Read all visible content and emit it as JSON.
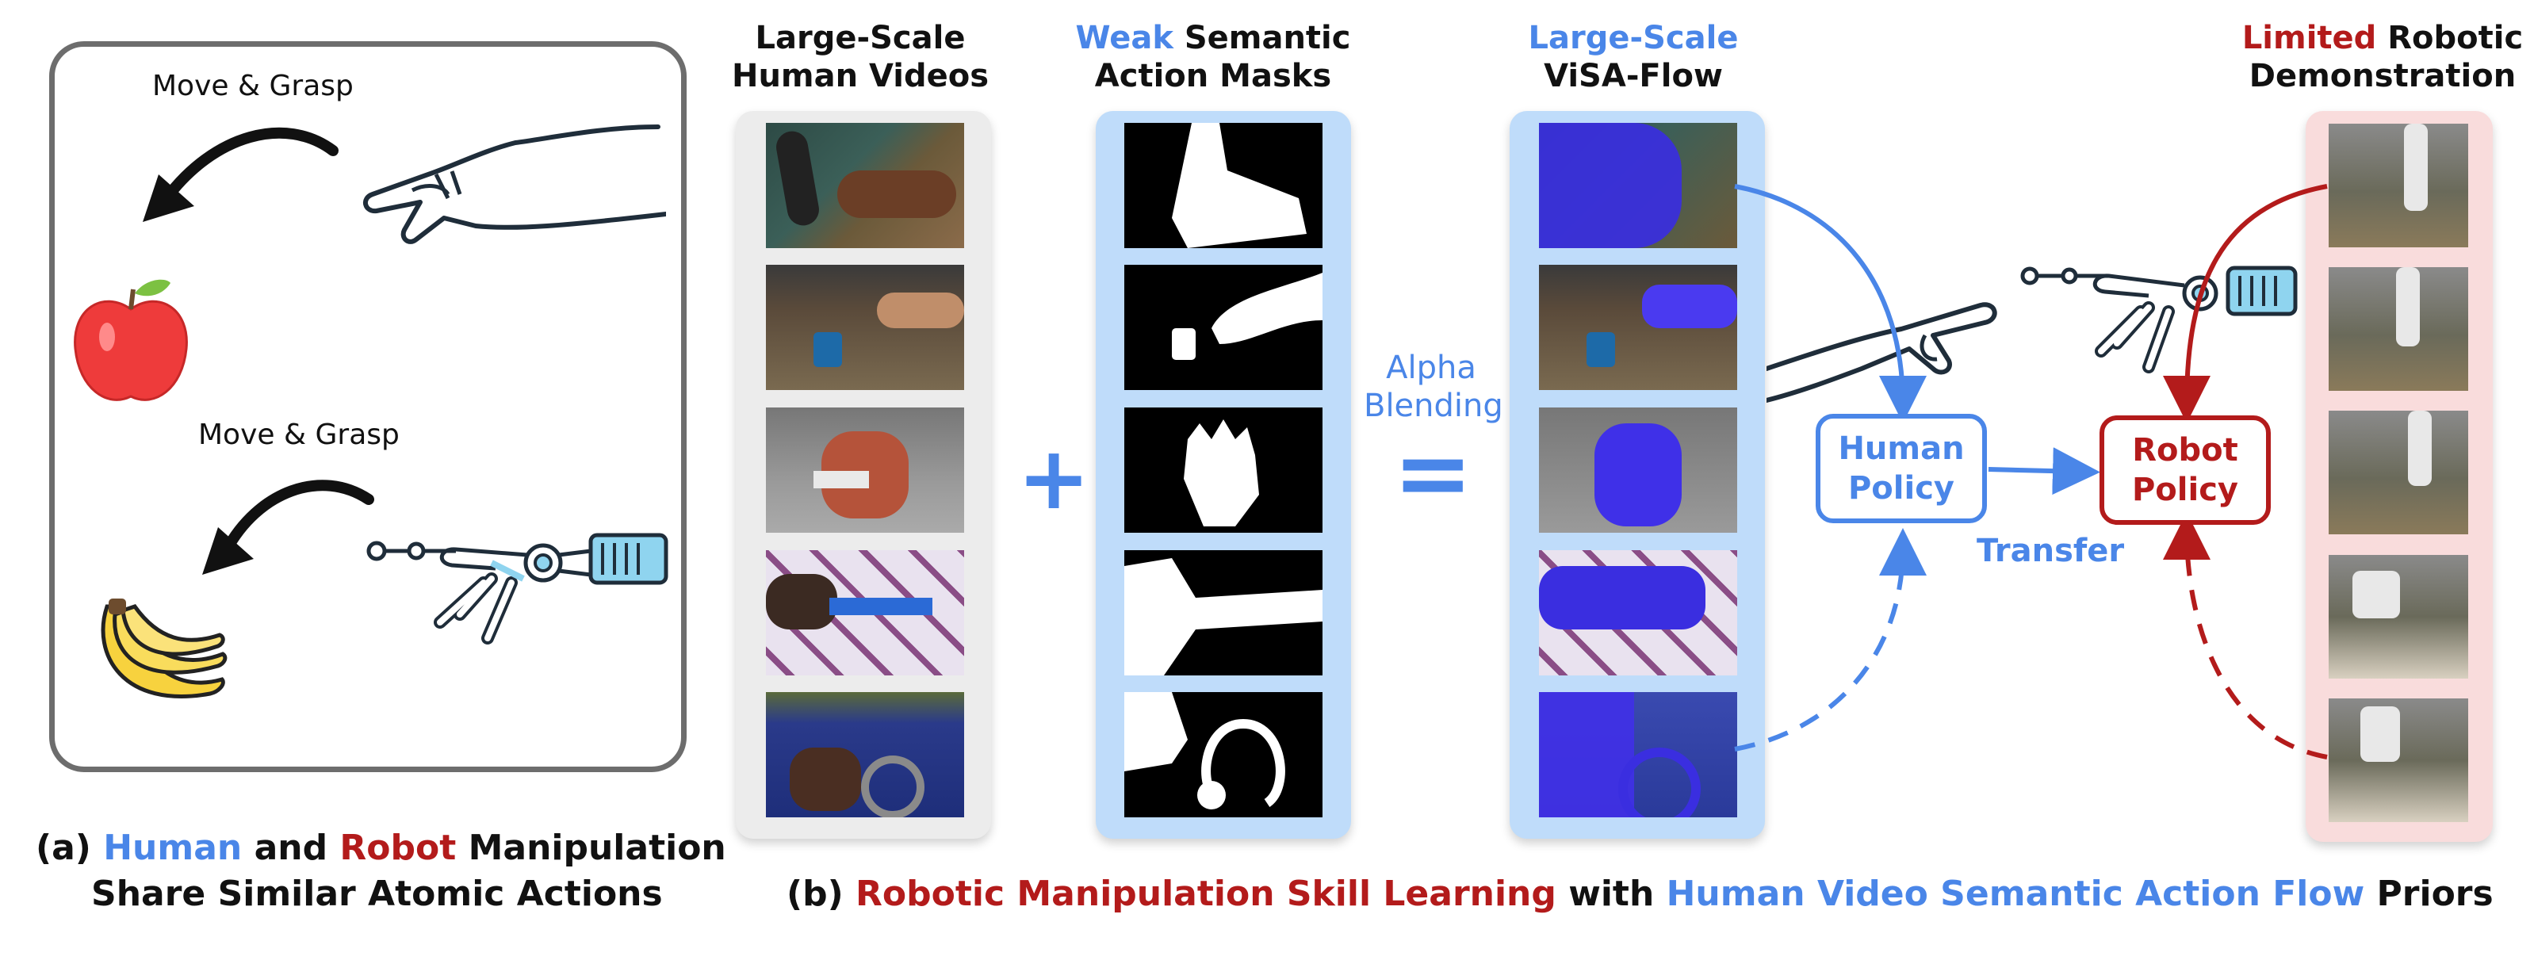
{
  "panel_a": {
    "human_label": "Move & Grasp",
    "robot_label": "Move & Grasp",
    "caption_line1": {
      "prefix": "(a) ",
      "human": "Human",
      "and": " and ",
      "robot": "Robot",
      "rest": " Manipulation"
    },
    "caption_line2": "Share Similar Atomic Actions",
    "icons": [
      "apple-icon",
      "banana-icon",
      "human-hand-icon",
      "robot-hand-icon",
      "curved-arrow-icon"
    ]
  },
  "columns": {
    "human_videos": {
      "line1": "Large-Scale",
      "line2": "Human Videos"
    },
    "masks": {
      "line1_highlight": "Weak",
      "line1_rest": " Semantic",
      "line2": "Action Masks"
    },
    "visa_flow": {
      "line1": "Large-Scale",
      "line2": "ViSA-Flow"
    },
    "robot_demo": {
      "line1_highlight": "Limited",
      "line1_rest": " Robotic",
      "line2": "Demonstration"
    }
  },
  "operators": {
    "plus": "+",
    "equals": "=",
    "blend_line1": "Alpha",
    "blend_line2": "Blending"
  },
  "policies": {
    "human_line1": "Human",
    "human_line2": "Policy",
    "robot_line1": "Robot",
    "robot_line2": "Policy",
    "transfer": "Transfer"
  },
  "caption_b": {
    "prefix": "(b) ",
    "red_part": "Robotic Manipulation Skill Learning",
    "mid": " with ",
    "blue_part": "Human Video Semantic Action Flow",
    "suffix": " Priors"
  },
  "colors": {
    "blue": "#4a86e8",
    "red": "#b31b1b",
    "gray_border": "#6d6d6d"
  }
}
